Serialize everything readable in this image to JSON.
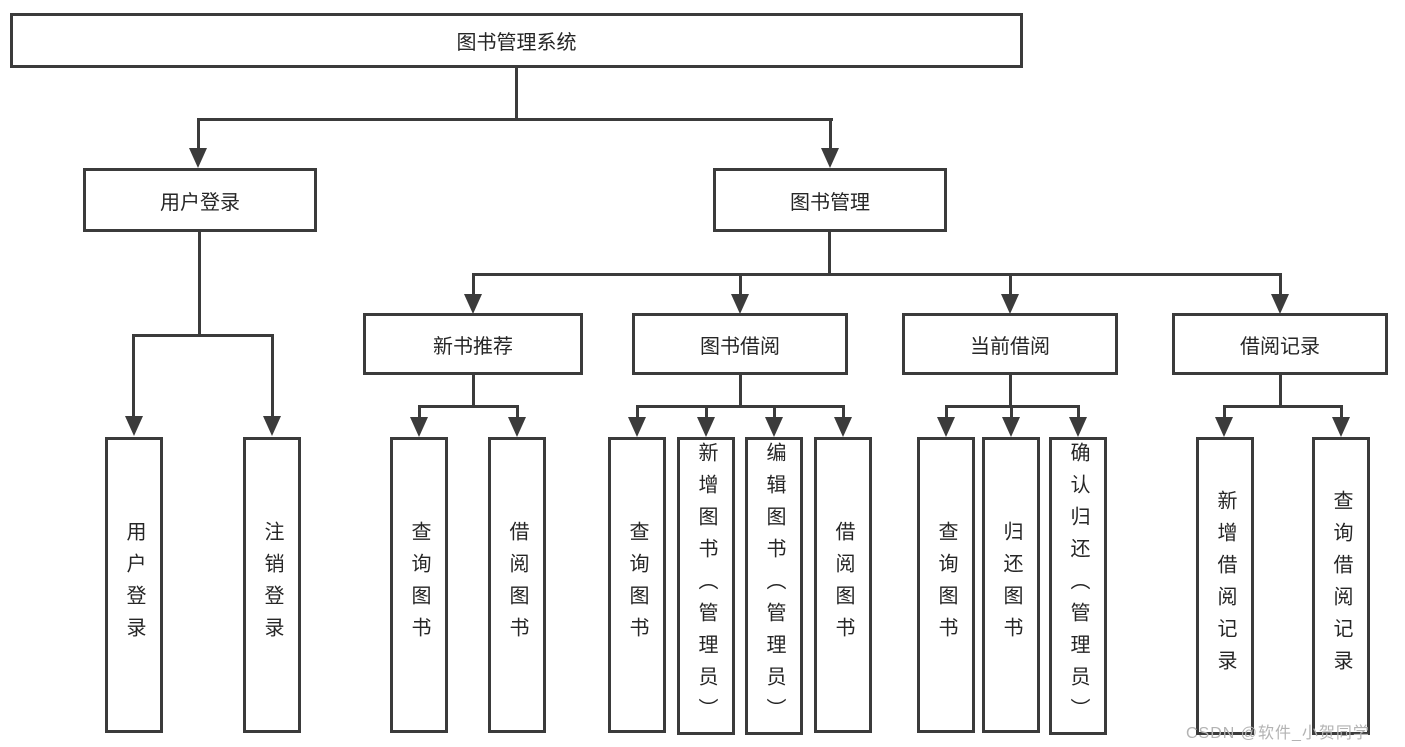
{
  "colors": {
    "line": "#3b3b3b",
    "text": "#262626",
    "background": "#ffffff",
    "watermark": "#b3b3b3"
  },
  "watermark": {
    "text": "CSDN @软件_小贺同学"
  },
  "tree": {
    "root": {
      "label": "图书管理系统"
    },
    "branches": [
      {
        "label": "用户登录",
        "children": [
          {
            "label": "用户登录"
          },
          {
            "label": "注销登录"
          }
        ]
      },
      {
        "label": "图书管理",
        "children": [
          {
            "label": "新书推荐",
            "children": [
              {
                "label": "查询图书"
              },
              {
                "label": "借阅图书"
              }
            ]
          },
          {
            "label": "图书借阅",
            "children": [
              {
                "label": "查询图书"
              },
              {
                "label": "新增图书（管理员）"
              },
              {
                "label": "编辑图书（管理员）"
              },
              {
                "label": "借阅图书"
              }
            ]
          },
          {
            "label": "当前借阅",
            "children": [
              {
                "label": "查询图书"
              },
              {
                "label": "归还图书"
              },
              {
                "label": "确认归还（管理员）"
              }
            ]
          },
          {
            "label": "借阅记录",
            "children": [
              {
                "label": "新增借阅记录"
              },
              {
                "label": "查询借阅记录"
              }
            ]
          }
        ]
      }
    ]
  }
}
